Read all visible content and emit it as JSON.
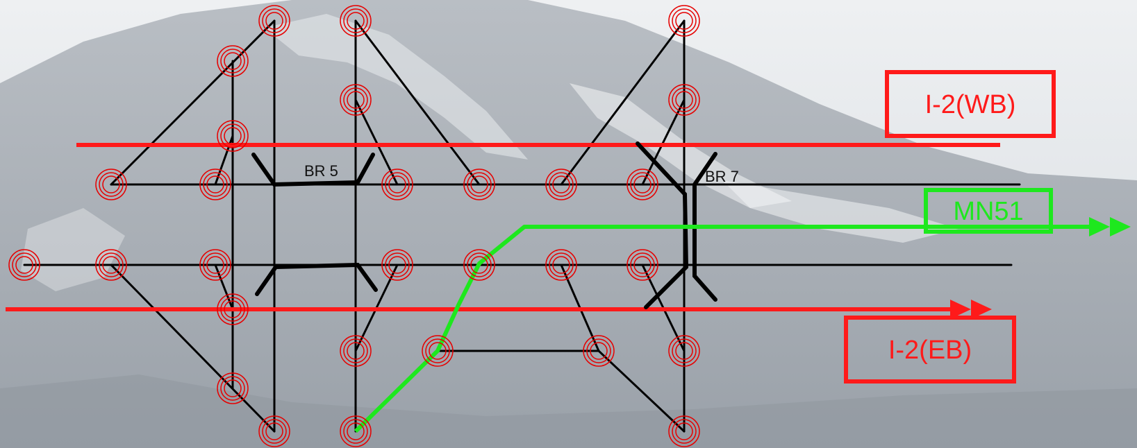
{
  "diagram": {
    "background": "mountain-photo",
    "labels": {
      "i2_wb": "I-2(WB)",
      "i2_eb": "I-2(EB)",
      "mn51": "MN51",
      "br5": "BR 5",
      "br7": "BR 7"
    },
    "colors": {
      "highway": "#ff1a1a",
      "route": "#1ee81e",
      "structure": "#000000",
      "node_ring": "#e60000",
      "sky": "#e6e9ec"
    }
  }
}
